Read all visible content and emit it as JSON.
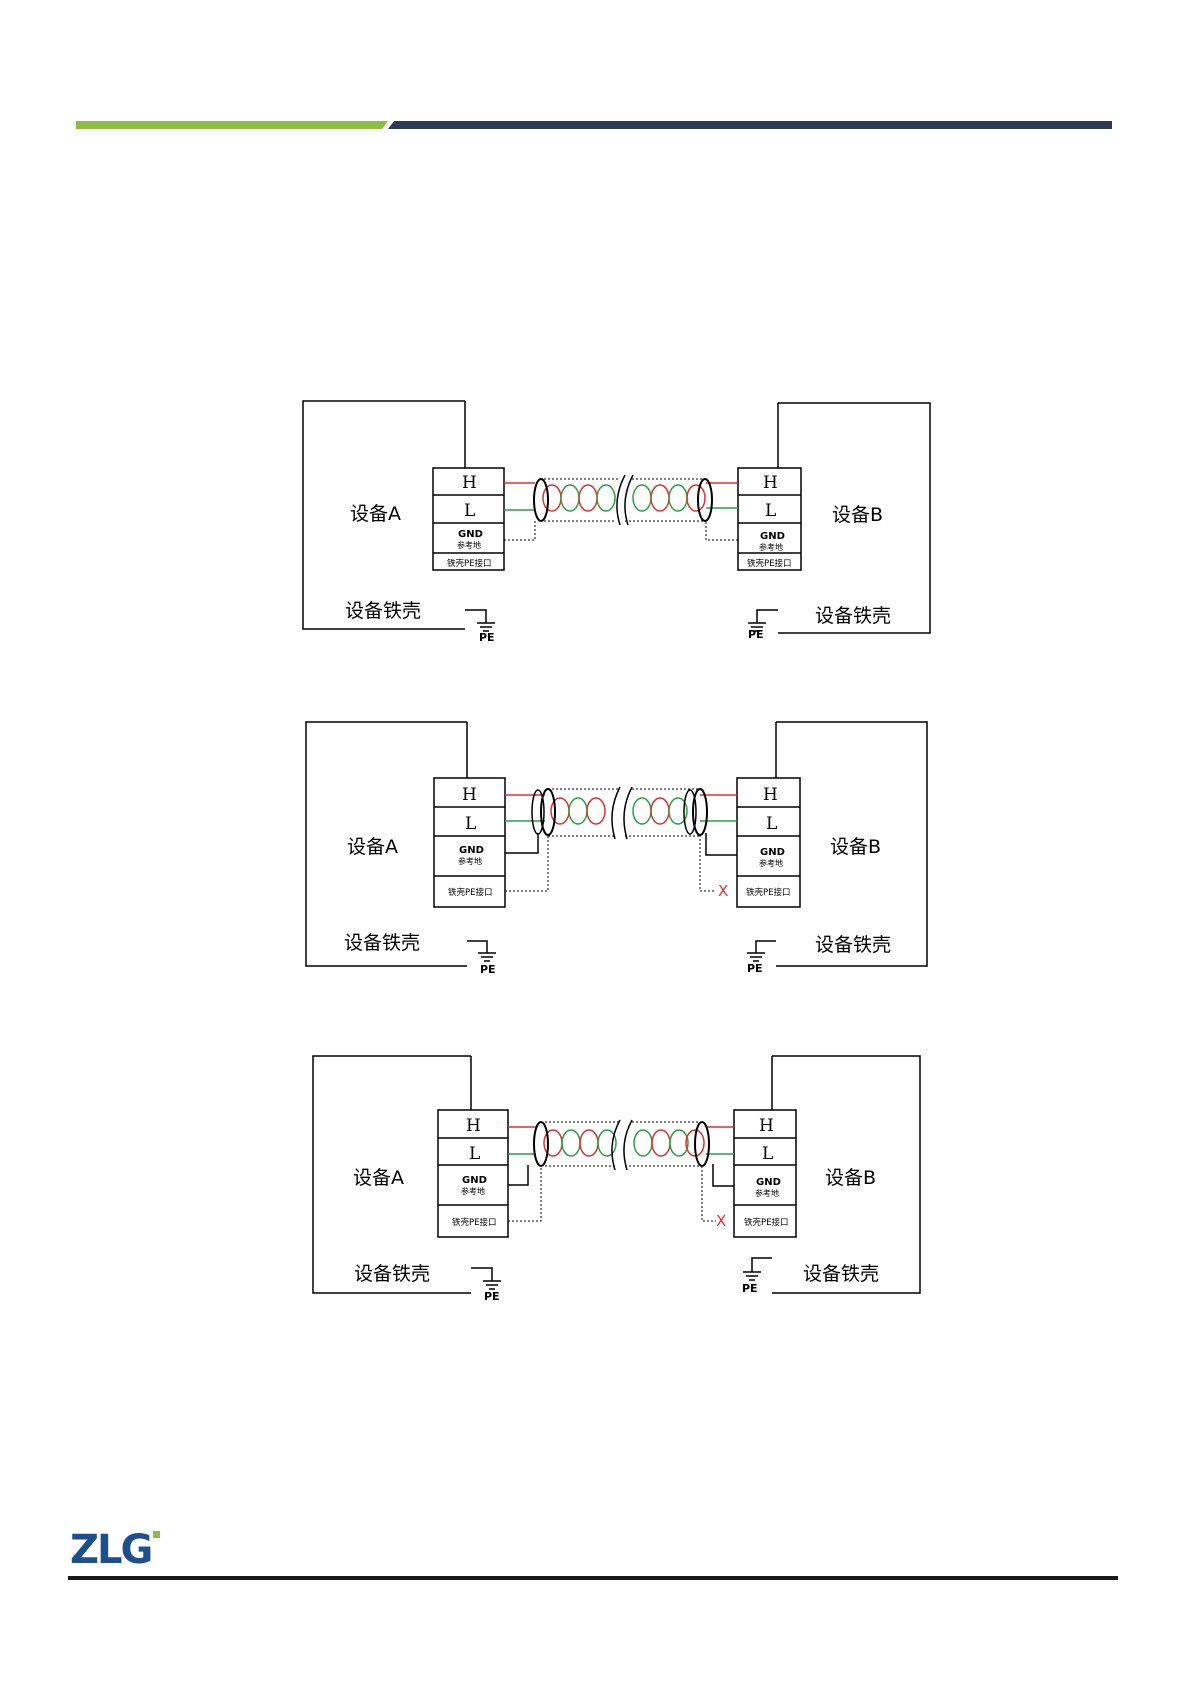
{
  "header": {
    "accent_color": "#8cbf3f",
    "dark_color": "#2b3a55"
  },
  "diagrams": [
    {
      "device_a_label": "设备A",
      "device_b_label": "设备B",
      "case_a_label": "设备铁壳",
      "case_b_label": "设备铁壳",
      "terminals": {
        "h": "H",
        "l": "L",
        "gnd": "GND",
        "gnd_sub": "参考地",
        "pe_port": "铁壳PE接口"
      },
      "ground_a_label": "PE",
      "ground_b_label": "PE"
    },
    {
      "device_a_label": "设备A",
      "device_b_label": "设备B",
      "case_a_label": "设备铁壳",
      "case_b_label": "设备铁壳",
      "terminals": {
        "h": "H",
        "l": "L",
        "gnd": "GND",
        "gnd_sub": "参考地",
        "pe_port": "铁壳PE接口"
      },
      "ground_a_label": "PE",
      "ground_b_label": "PE",
      "disconnect_mark": "X"
    },
    {
      "device_a_label": "设备A",
      "device_b_label": "设备B",
      "case_a_label": "设备铁壳",
      "case_b_label": "设备铁壳",
      "terminals": {
        "h": "H",
        "l": "L",
        "gnd": "GND",
        "gnd_sub": "参考地",
        "pe_port": "铁壳PE接口"
      },
      "ground_a_label": "PE",
      "ground_b_label": "PE",
      "disconnect_mark": "X"
    }
  ],
  "footer": {
    "logo_text": "ZLG",
    "logo_color": "#1f4e8c",
    "logo_accent": "#8cbf3f"
  }
}
